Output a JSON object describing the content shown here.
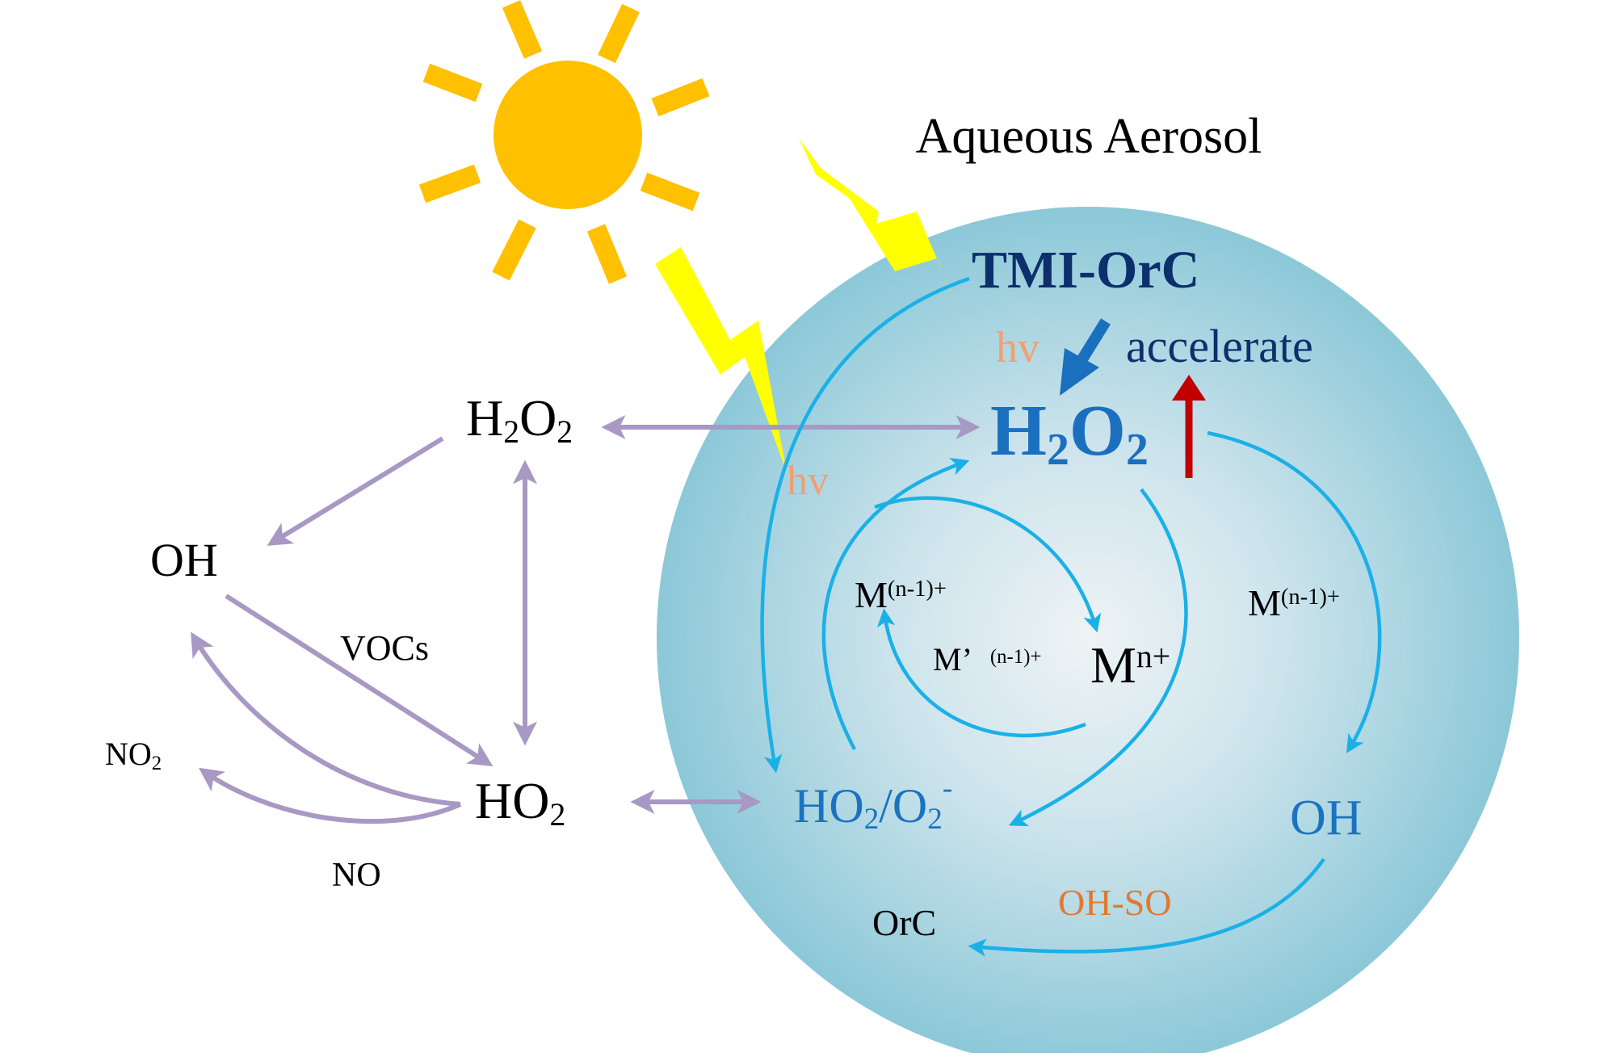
{
  "title": "Aqueous Aerosol",
  "colors": {
    "sun": "#ffc000",
    "lightning": "#ffff00",
    "aerosol_edge": "#8cc8d8",
    "aerosol_center": "#eef3f5",
    "aqueous_arrow": "#1ab0e8",
    "gas_arrow": "#a898c4",
    "accelerate_arrow": "#c00000",
    "tmi_arrow": "#1b6fbf",
    "dark_blue_text": "#0d2f6b",
    "mid_blue_text": "#1a73c0",
    "hv_text": "#f0a070",
    "ohso_text": "#e07a30"
  },
  "icons": [
    "sun-icon",
    "lightning-bolt-icon"
  ],
  "gas_phase": {
    "h2o2": {
      "main": "H",
      "sub1": "2",
      "mid": "O",
      "sub2": "2"
    },
    "oh": "OH",
    "ho2": {
      "main": "HO",
      "sub": "2"
    },
    "vocs": "VOCs",
    "no2": {
      "main": "NO",
      "sub": "2"
    },
    "no": "NO"
  },
  "aqueous_phase": {
    "tmi_orc": "TMI-OrC",
    "hv_upper": "hv",
    "hv_lower": "hv",
    "accelerate": "accelerate",
    "h2o2": {
      "main": "H",
      "sub1": "2",
      "mid": "O",
      "sub2": "2"
    },
    "m_n1_left": {
      "main": "M",
      "sup": "(n-1)+"
    },
    "m_n1_right": {
      "main": "M",
      "sup": "(n-1)+"
    },
    "m_prime": {
      "main": "M’",
      "sup": "(n-1)+"
    },
    "m_n": {
      "main": "M",
      "sup": "n+"
    },
    "ho2_o2": {
      "a": "HO",
      "a_sub": "2",
      "b": "/O",
      "b_sub": "2",
      "b_sup": "-"
    },
    "oh": "OH",
    "oh_so": "OH-SO",
    "orc": "OrC"
  }
}
